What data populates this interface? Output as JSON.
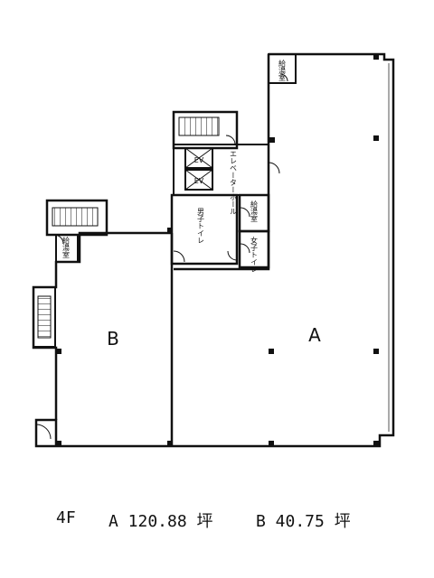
{
  "rooms": {
    "a_label": "A",
    "b_label": "B",
    "mens_toilet": "男子トイレ",
    "womens_toilet": "女子トイレ",
    "elevator_hall": "エレベーターホール",
    "ev1": "EV",
    "ev2": "EV",
    "storage_top": "給湯室",
    "storage_mid": "給湯室",
    "storage_left": "給湯室"
  },
  "caption": {
    "floor": "4F",
    "a_text": "A 120.88 坪",
    "b_text": "B 40.75 坪"
  }
}
